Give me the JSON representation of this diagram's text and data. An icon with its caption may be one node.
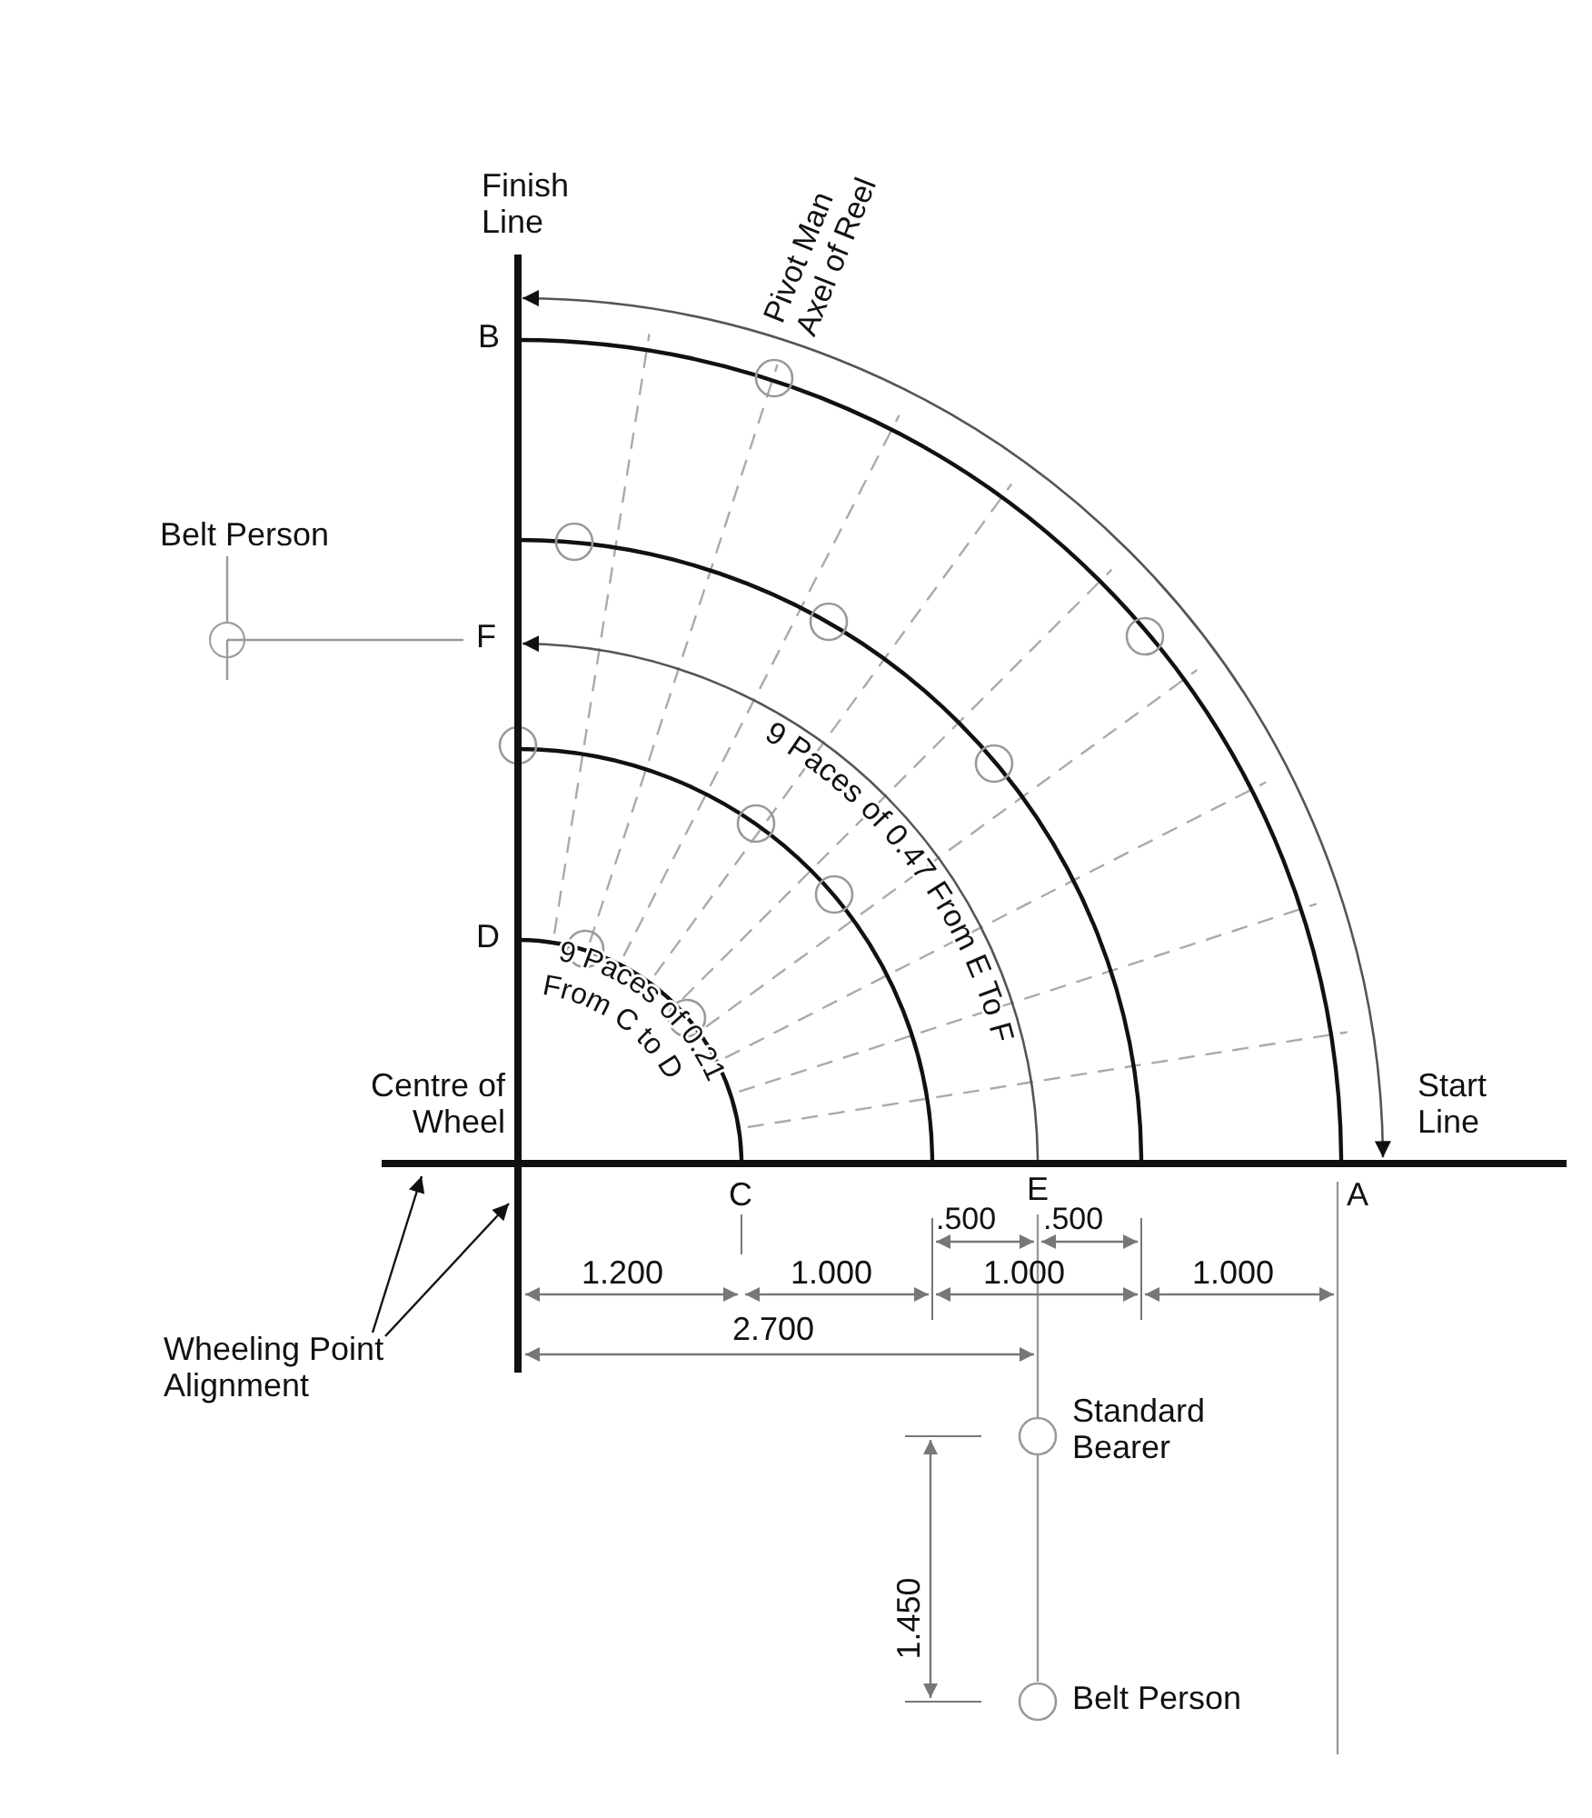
{
  "diagram": {
    "nodes": [
      {
        "text": [
          "Wheeling Point Alignment"
        ]
      },
      {
        "text": [
          "Belt Person"
        ]
      },
      {
        "text": [],
        "shape": "circle"
      }
    ],
    "edges": [
      {
        "from": 0,
        "to": null,
        "arrow": "to"
      },
      {
        "from": 0,
        "to": null,
        "arrow": "to"
      },
      {
        "from": 1,
        "to": 2,
        "arrow": "none",
        "color": "#999999"
      }
    ],
    "labels": [
      "Finish Line",
      "Pivot Man Axel of Reel",
      "B",
      "F",
      "9 Paces of 0.47 From E To F",
      "D",
      "9 Paces of 0.21",
      "From C to D",
      "Centre of Wheel",
      "Start Line",
      "C",
      "E",
      "A",
      ".500",
      ".500",
      "1.200",
      "1.000",
      "1.000",
      "1.000",
      "2.700",
      "Standard Bearer",
      "1.450",
      "Belt Person"
    ]
  }
}
